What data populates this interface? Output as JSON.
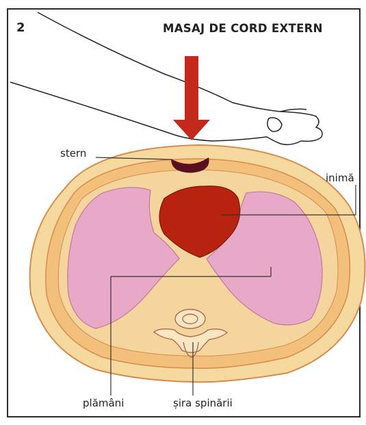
{
  "panel_number": "2",
  "title": "MASAJ DE CORD EXTERN",
  "labels": {
    "stern": "stern",
    "inima": "inimă",
    "plamani": "plămâni",
    "sira_spinarii": "șira spinării"
  },
  "colors": {
    "outer_body": "#f6d99f",
    "inner_ring": "#f2c07a",
    "inner_fill": "#f5d59e",
    "lungs": "#e8a8c8",
    "heart": "#b8230f",
    "sternum": "#5a0f1e",
    "arrow": "#c4281a",
    "outline": "#d88a4a",
    "line": "#333333"
  }
}
